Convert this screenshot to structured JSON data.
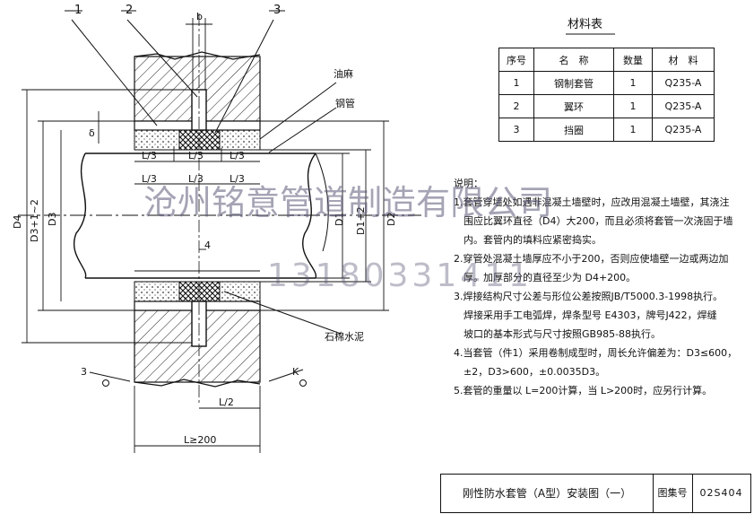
{
  "callouts": [
    "1",
    "2",
    "3",
    "b"
  ],
  "materials_table": {
    "title": "材料表",
    "headers": [
      "序号",
      "名　称",
      "数量",
      "材　料"
    ],
    "rows": [
      [
        "1",
        "钢制套管",
        "1",
        "Q235-A"
      ],
      [
        "2",
        "翼环",
        "1",
        "Q235-A"
      ],
      [
        "3",
        "挡圈",
        "1",
        "Q235-A"
      ]
    ]
  },
  "labels": {
    "oil_hemp": "油麻",
    "steel_pipe": "钢管",
    "asbestos_cement": "石棉水泥",
    "delta": "δ",
    "l3_top": [
      "L/3",
      "L/3",
      "L/3"
    ],
    "l3_bottom": [
      "L/3",
      "L/3",
      "L/3"
    ],
    "dim_4": "4",
    "half_l": "L/2",
    "l_min": "L≥200",
    "section_3": "3",
    "section_k": "K",
    "d4": "D4",
    "d3_plus": "D3+1~2",
    "d3": "D3",
    "d1": "D1",
    "d1_plus": "D1+2",
    "d2": "D2"
  },
  "notes": {
    "heading": "说明：",
    "lines": [
      "1.套管穿墙处如遇非混凝土墙壁时，应改用混凝土墙壁，其浇注",
      "　围应比翼环直径（D4）大200，而且必须将套管一次浇固于墙",
      "　内。套管内的填料应紧密捣实。",
      "2.穿管处混凝土墙厚应不小于200，否则应使墙壁一边或两边加",
      "　厚。加厚部分的直径至少为 D4+200。",
      "3.焊接结构尺寸公差与形位公差按照JB/T5000.3-1998执行。",
      "　焊接采用手工电弧焊，焊条型号 E4303，牌号J422，焊缝",
      "　坡口的基本形式与尺寸按照GB985-88执行。",
      "4.当套管（件1）采用卷制成型时，周长允许偏差为：D3≤600，",
      "　±2，D3>600，±0.0035D3。",
      "5.套管的重量以 L=200计算，当 L>200时，应另行计算。"
    ]
  },
  "title_block": {
    "title": "刚性防水套管（A型）安装图（一）",
    "atlas_label": "图集号",
    "atlas_code": "02S404"
  },
  "watermark": {
    "company": "沧州铭意管道制造有限公司",
    "phone": "13180331411"
  }
}
